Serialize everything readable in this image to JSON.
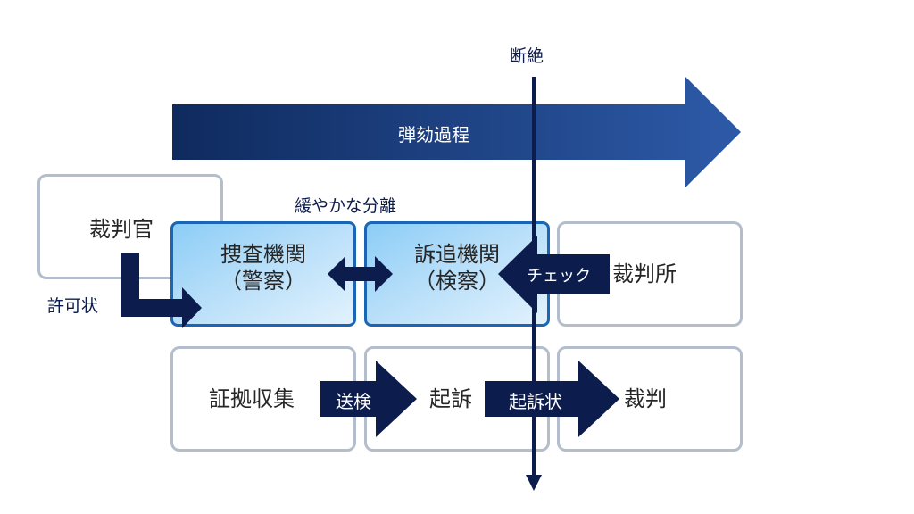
{
  "divider": {
    "label": "断絶"
  },
  "impeachment_arrow": {
    "label": "弾劾過程"
  },
  "loose_separation": {
    "label": "緩やかな分離"
  },
  "judge_box": {
    "label": "裁判官"
  },
  "warrant": {
    "label": "許可状"
  },
  "investigation_box": {
    "line1": "捜査機関",
    "line2": "（警察）"
  },
  "prosecution_box": {
    "line1": "訴追機関",
    "line2": "（検察）"
  },
  "check_arrow": {
    "label": "チェック"
  },
  "court_box": {
    "label": "裁判所"
  },
  "flow": {
    "evidence": "証拠収集",
    "send_arrow": "送検",
    "indictment": "起訴",
    "indictment_arrow": "起訴状",
    "trial": "裁判"
  },
  "colors": {
    "dark_navy": "#0c1c4c",
    "gradient_start": "#0f2a5e",
    "gradient_end": "#2d5aa8",
    "box_border": "#b4bdcc",
    "blue_border": "#1a66b4"
  }
}
